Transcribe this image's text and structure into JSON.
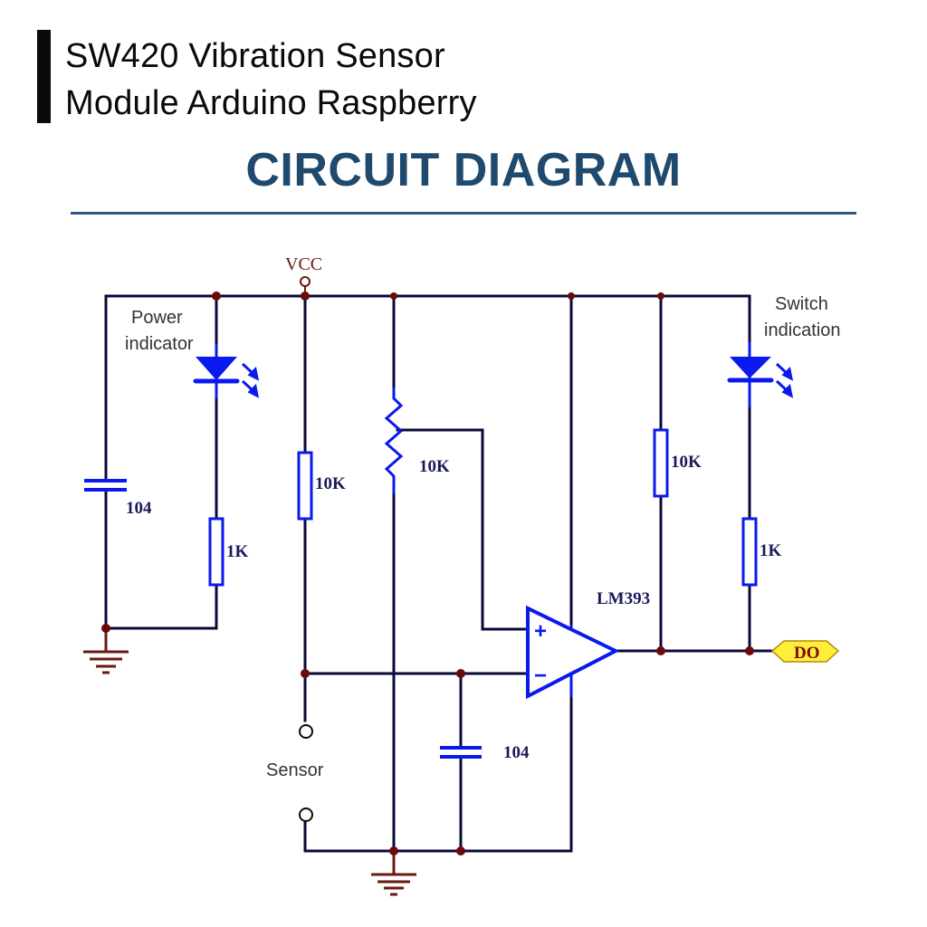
{
  "header": {
    "title_line1": "SW420 Vibration Sensor",
    "title_line2": "Module Arduino Raspberry",
    "heading": "CIRCUIT DIAGRAM"
  },
  "colors": {
    "heading": "#1f4a6e",
    "wire": "#0a0a3a",
    "component": "#0a1aee",
    "junction": "#6b0a0a",
    "ground": "#6b1a12",
    "output_tag_fill": "#ffef3a"
  },
  "labels": {
    "vcc": "VCC",
    "power_indicator_line1": "Power",
    "power_indicator_line2": "indicator",
    "switch_indication_line1": "Switch",
    "switch_indication_line2": "indication",
    "sensor": "Sensor",
    "comparator": "LM393",
    "output": "DO",
    "plus": "+",
    "minus": "−"
  },
  "components": {
    "c1": "104",
    "r_power_led": "1K",
    "r_sensor": "10K",
    "pot": "10K",
    "r_pullup": "10K",
    "r_switch_led": "1K",
    "c2": "104"
  }
}
